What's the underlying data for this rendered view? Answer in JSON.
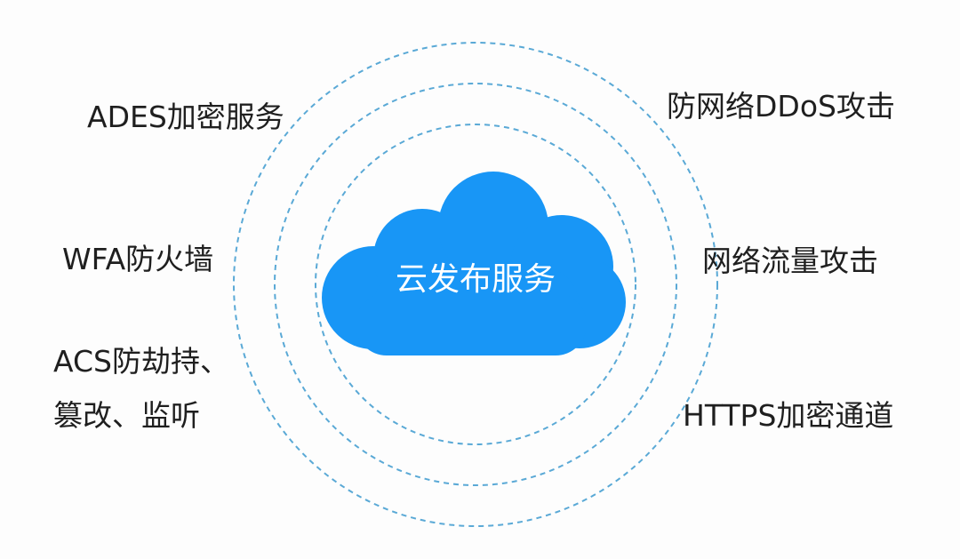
{
  "center": {
    "label": "云发布服务"
  },
  "left_labels": {
    "ades": "ADES加密服务",
    "wfa": "WFA防火墙",
    "acs_line1": "ACS防劫持、",
    "acs_line2": "篡改、监听"
  },
  "right_labels": {
    "ddos": "防网络DDoS攻击",
    "traffic": "网络流量攻击",
    "https": "HTTPS加密通道"
  },
  "colors": {
    "cloud": "#1896f6",
    "ring": "#5aa9d6",
    "text": "#1f1f1f",
    "cloud_text": "#ffffff"
  },
  "icons": {
    "center": "cloud-icon"
  }
}
